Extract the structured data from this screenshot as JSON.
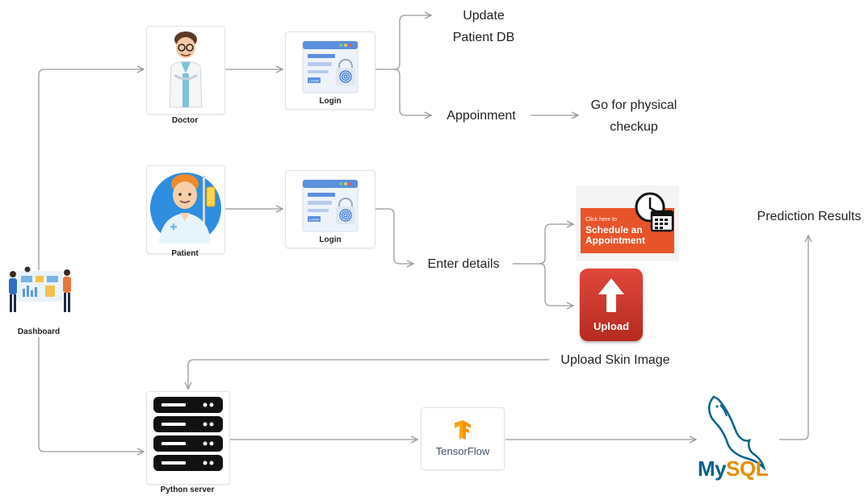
{
  "nodes": {
    "dashboard": {
      "label": "Dashboard",
      "icon": "dashboard-people-icon"
    },
    "doctor": {
      "label": "Doctor",
      "icon": "doctor-avatar-icon"
    },
    "doctor_login": {
      "label": "Login",
      "button": "LOGIN",
      "icon": "login-window-fingerprint-icon"
    },
    "patient": {
      "label": "Patient",
      "icon": "patient-avatar-icon"
    },
    "patient_login": {
      "label": "Login",
      "button": "LOGIN",
      "icon": "login-window-fingerprint-icon"
    },
    "python_server": {
      "label": "Python server",
      "icon": "server-rack-icon"
    },
    "tensorflow": {
      "label": "TensorFlow",
      "icon": "tensorflow-logo-icon"
    },
    "mysql": {
      "label": "MySQL",
      "icon": "mysql-dolphin-logo-icon"
    }
  },
  "text": {
    "update_db_line1": "Update",
    "update_db_line2": "Patient DB",
    "appointment": "Appoinment",
    "physical_line1": "Go for physical",
    "physical_line2": "checkup",
    "enter_details": "Enter details",
    "upload_skin_image": "Upload Skin Image",
    "prediction_results": "Prediction Results"
  },
  "schedule_badge": {
    "small": "Click here to",
    "line1": "Schedule an",
    "line2": "Appointment",
    "icon": "clock-calendar-icon",
    "color": "#e8542a"
  },
  "upload_badge": {
    "label": "Upload",
    "icon": "upload-arrow-icon",
    "color": "#d23a2e"
  },
  "colors": {
    "connector": "#9a9a9a",
    "mysql_blue": "#00618a",
    "mysql_orange": "#e48e00",
    "tensorflow_orange": "#ff8f00"
  }
}
